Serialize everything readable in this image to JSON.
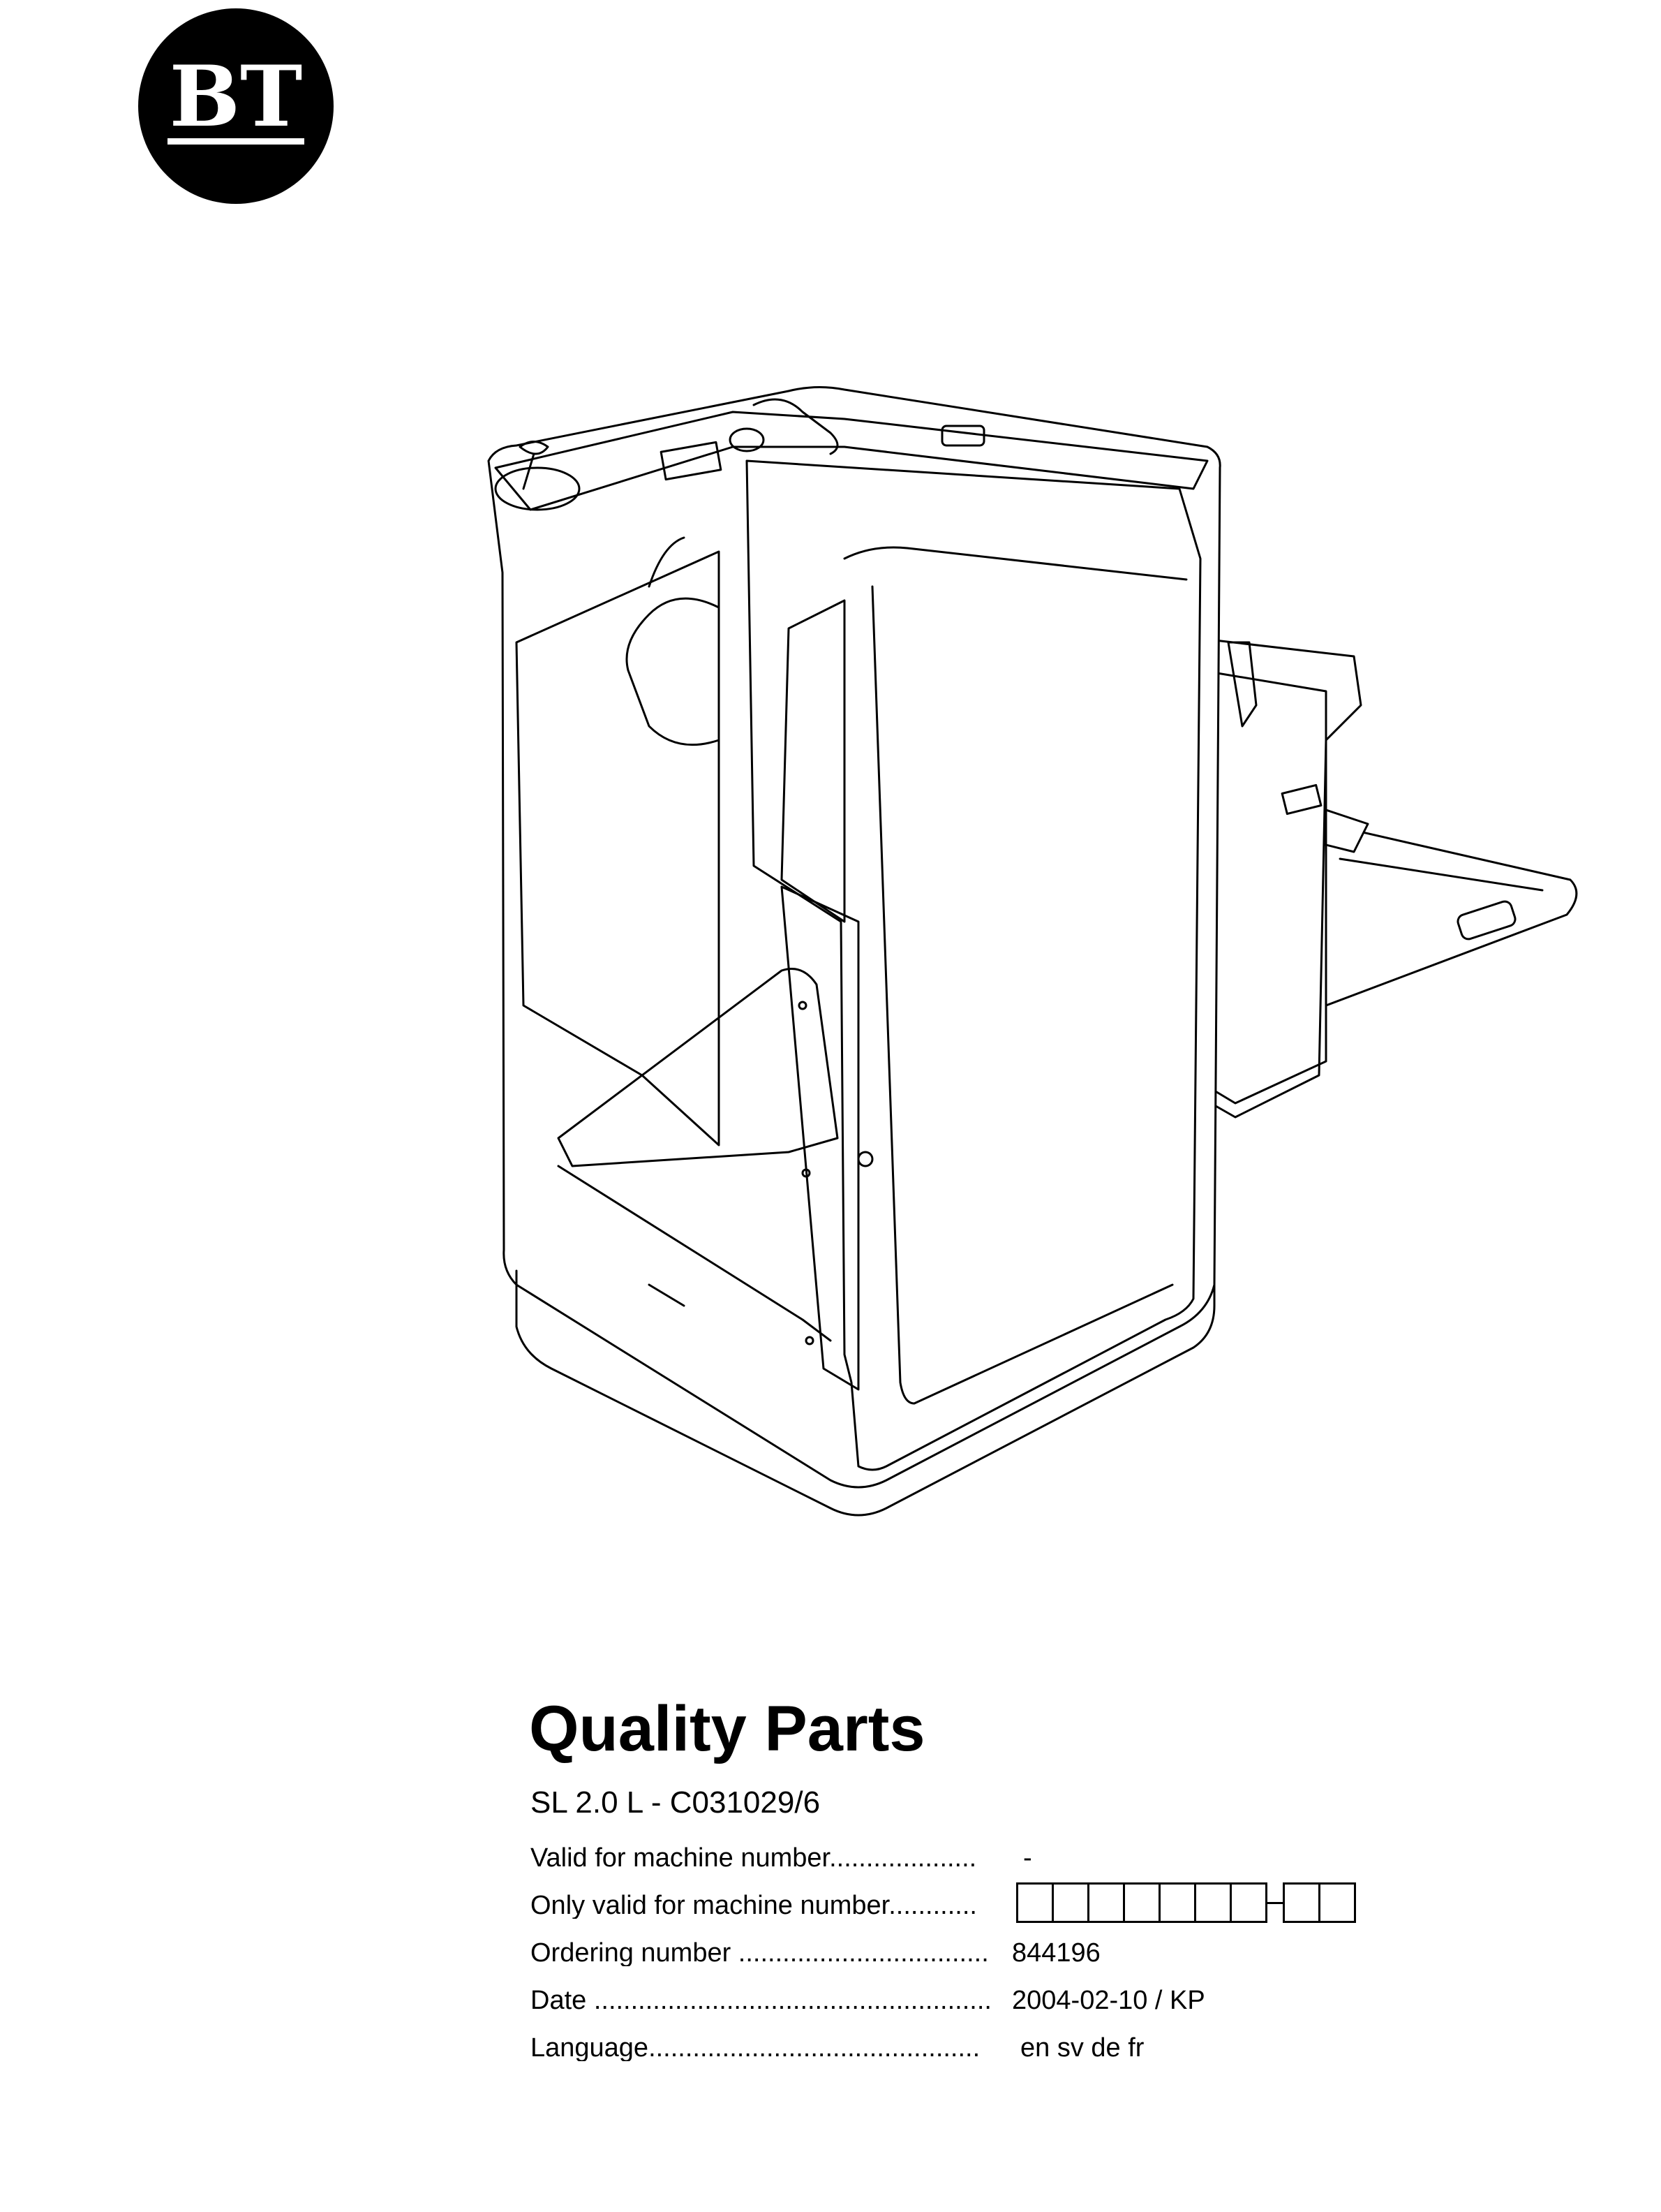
{
  "logo": {
    "text": "BT"
  },
  "title": "Quality Parts",
  "subtitle": "SL 2.0 L - C031029/6",
  "info_rows": [
    {
      "label": "Valid for machine number....................",
      "value": "-"
    },
    {
      "label": "Only valid for machine number............",
      "value": ""
    },
    {
      "label": "Ordering number ..................................",
      "value": "844196"
    },
    {
      "label": "Date ......................................................",
      "value": "2004-02-10 / KP"
    },
    {
      "label": "Language.............................................",
      "value": "en sv de fr"
    }
  ],
  "machine_number_boxes": {
    "first_group": 7,
    "second_group": 2
  }
}
